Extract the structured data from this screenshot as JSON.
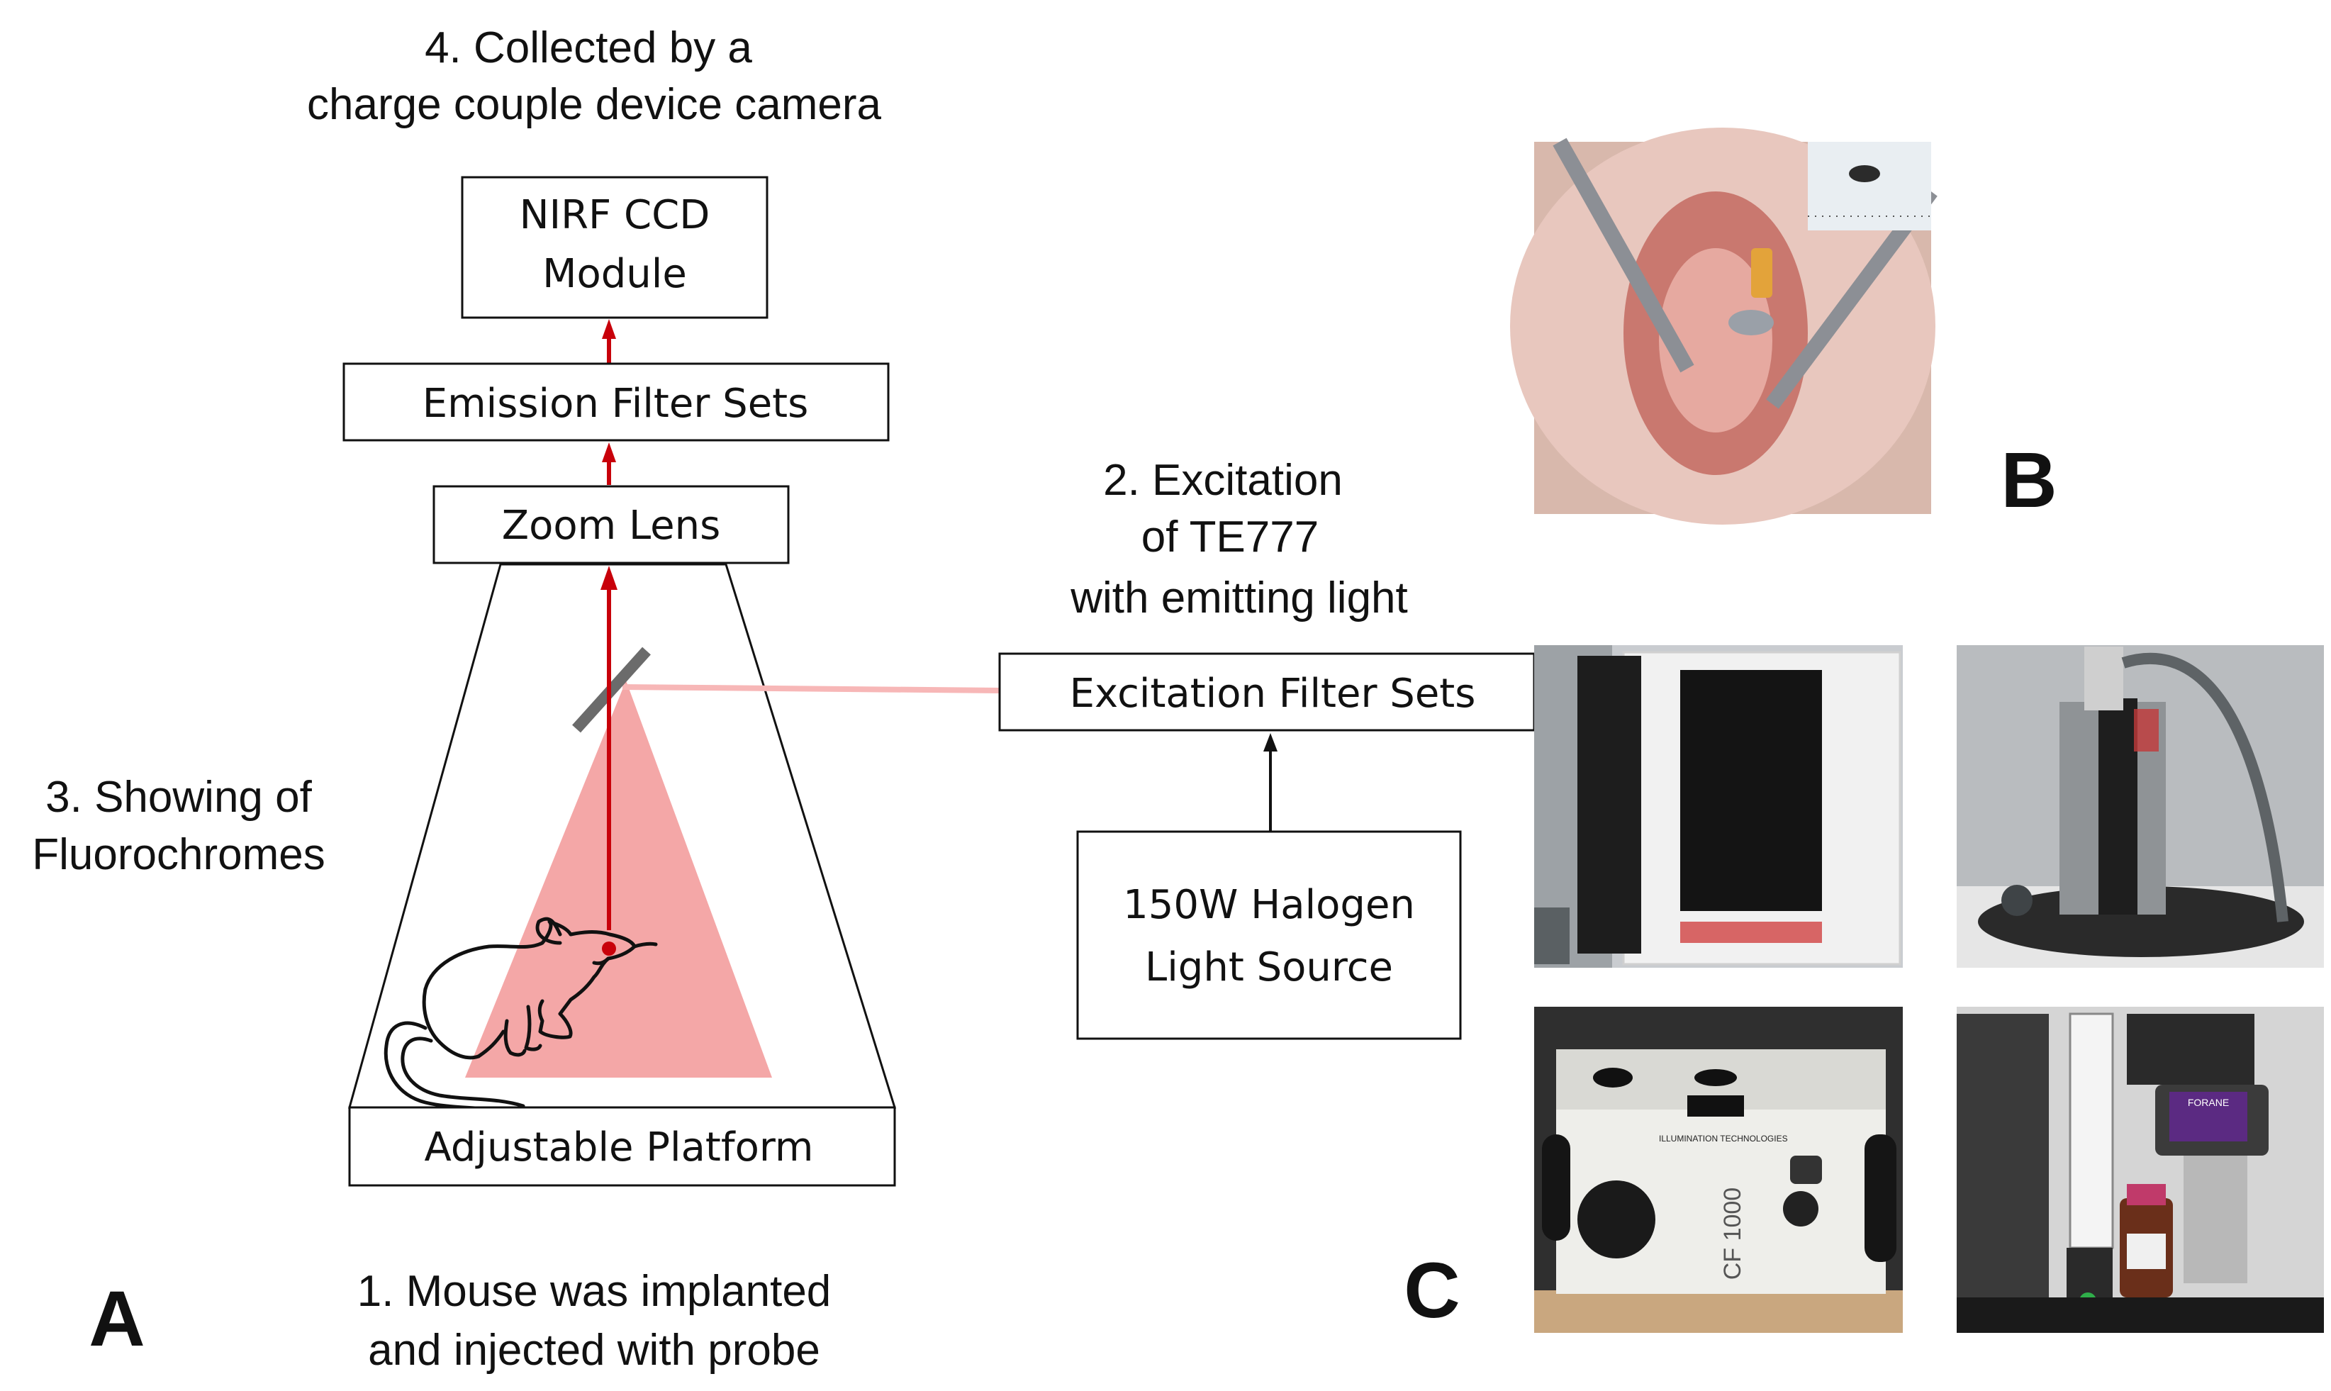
{
  "panel_a": {
    "label": "A",
    "step1": {
      "line1": "1. Mouse was implanted",
      "line2": "and injected with probe"
    },
    "step2": {
      "line1": "2. Excitation",
      "line2": "of TE777",
      "line3": "with emitting light"
    },
    "step3": {
      "line1": "3. Showing of",
      "line2": "Fluorochromes"
    },
    "step4": {
      "line1": "4. Collected by a",
      "line2": "charge couple device camera"
    },
    "boxes": {
      "ccd_line1": "NIRF CCD",
      "ccd_line2": "Module",
      "emission": "Emission Filter Sets",
      "zoom": "Zoom Lens",
      "platform": "Adjustable Platform",
      "excitation": "Excitation Filter Sets",
      "halogen_line1": "150W Halogen",
      "halogen_line2": "Light Source"
    },
    "colors": {
      "beam": "#c8000a",
      "excitation_cone": "#f4a7a7",
      "excitation_beam": "#f7b7b7",
      "mirror": "#6b6b6b",
      "outline": "#111111"
    }
  },
  "panel_b": {
    "label": "B"
  },
  "panel_c": {
    "label": "C",
    "unit_label": "CF 1000",
    "brand_label": "ILLUMINATION TECHNOLOGIES",
    "vaporizer_label": "FORANE"
  }
}
